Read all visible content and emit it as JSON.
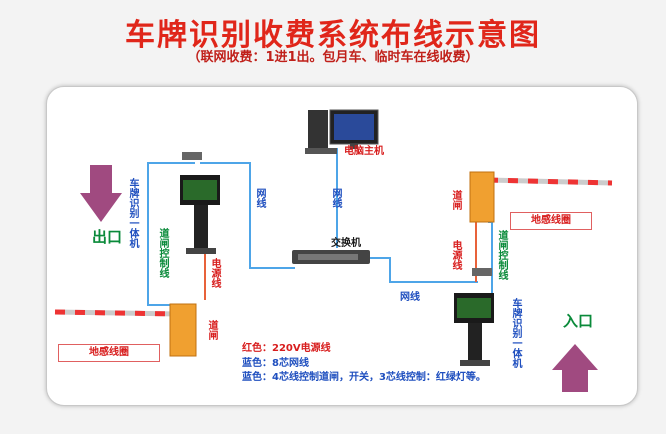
{
  "title": "车牌识别收费系统布线示意图",
  "subtitle": "（联网收费：1进1出。包月车、临时车在线收费）",
  "labels": {
    "computer": "电脑主机",
    "switch": "交换机",
    "exit": "出口",
    "entrance": "入口",
    "lpr_left": "车牌识别一体机",
    "lpr_right": "车牌识别一体机",
    "gate_ctrl_left": "道闸控制线",
    "gate_ctrl_right": "道闸控制线",
    "power_left": "电源线",
    "power_right": "电源线",
    "net_1": "网线",
    "net_2": "网线",
    "net_3": "网线",
    "gate_left": "道闸",
    "gate_right": "道闸",
    "loop_left": "地感线圈",
    "loop_right": "地感线圈"
  },
  "legend": {
    "red": "红色：220V电源线",
    "blue1": "蓝色：8芯网线",
    "blue2": "蓝色：4芯线控制道闸，开关，3芯线控制：红绿灯等。"
  },
  "colors": {
    "network": "#4ea5e8",
    "power": "#e8623a",
    "gate": "#f0a030",
    "arrow": "#a04a80"
  }
}
